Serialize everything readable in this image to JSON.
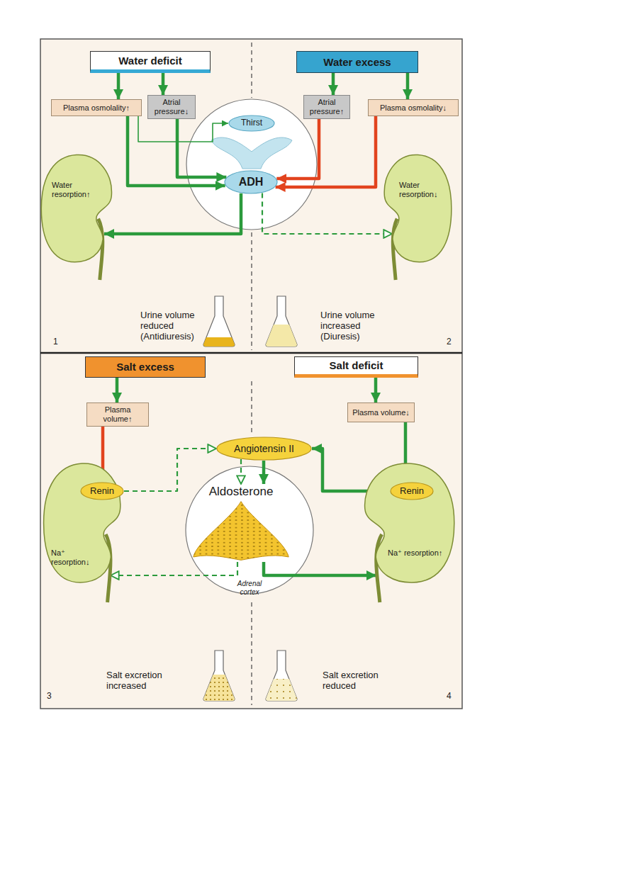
{
  "diagram": {
    "nodes": [
      {
        "text": [
          "Water deficit"
        ]
      },
      {
        "text": [
          "Plasma osmolality↑"
        ]
      },
      {
        "text": [
          "Atrial pressure↓"
        ]
      },
      {
        "text": [
          "Water excess"
        ]
      },
      {
        "text": [
          "Atrial pressure↑"
        ]
      },
      {
        "text": [
          "Plasma osmolality↓"
        ]
      },
      {
        "text": [
          "Thirst"
        ]
      },
      {
        "text": [
          "ADH"
        ]
      },
      {
        "text": [
          "Water resorption↑"
        ]
      },
      {
        "text": [
          "Water resorption↓"
        ]
      },
      {
        "text": [
          "Salt excess"
        ]
      },
      {
        "text": [
          "Salt deficit"
        ]
      },
      {
        "text": [
          "Plasma volume↑"
        ]
      },
      {
        "text": [
          "Plasma volume↓"
        ]
      },
      {
        "text": [
          "Angiotensin II"
        ]
      },
      {
        "text": [
          "Aldosterone"
        ]
      },
      {
        "text": [
          "Na⁺ resorption↓"
        ]
      },
      {
        "text": [
          "Renin"
        ],
        "in": 16
      },
      {
        "text": [
          "Na⁺ resorption↑"
        ]
      },
      {
        "text": [
          "Renin"
        ],
        "in": 18
      }
    ],
    "edges": [
      {
        "from": 0,
        "to": 1,
        "arrow": "to"
      },
      {
        "from": 0,
        "to": 2,
        "arrow": "to"
      },
      {
        "from": 3,
        "to": 4,
        "arrow": "to"
      },
      {
        "from": 3,
        "to": 5,
        "arrow": "to"
      },
      {
        "from": 1,
        "to": 7,
        "arrow": "to"
      },
      {
        "from": 2,
        "to": 7,
        "arrow": "to"
      },
      {
        "from": 1,
        "to": 6,
        "arrow": "to"
      },
      {
        "from": 4,
        "to": 7,
        "arrow": "to"
      },
      {
        "from": 5,
        "to": 7,
        "arrow": "to"
      },
      {
        "from": 7,
        "to": 8,
        "arrow": "to"
      },
      {
        "from": 7,
        "to": 9,
        "arrow": "to"
      },
      {
        "from": 10,
        "to": 12,
        "arrow": "to"
      },
      {
        "from": 11,
        "to": 13,
        "arrow": "to"
      },
      {
        "from": 12,
        "to": 17,
        "arrow": "to"
      },
      {
        "from": 17,
        "to": 14,
        "arrow": "to"
      },
      {
        "from": 13,
        "to": 19,
        "arrow": "to"
      },
      {
        "from": 19,
        "to": 14,
        "arrow": "to"
      },
      {
        "from": 14,
        "to": 15,
        "arrow": "to"
      },
      {
        "from": 14,
        "to": 15,
        "arrow": "to"
      },
      {
        "from": 15,
        "to": 16,
        "arrow": "to"
      },
      {
        "from": 15,
        "to": 18,
        "arrow": "to"
      }
    ],
    "labels": [
      "Urine volume reduced (Antidiuresis)",
      "1",
      "Urine volume increased (Diuresis)",
      "2",
      "Adrenal cortex",
      "Salt excretion increased",
      "3",
      "Salt excretion reduced",
      "4"
    ]
  }
}
